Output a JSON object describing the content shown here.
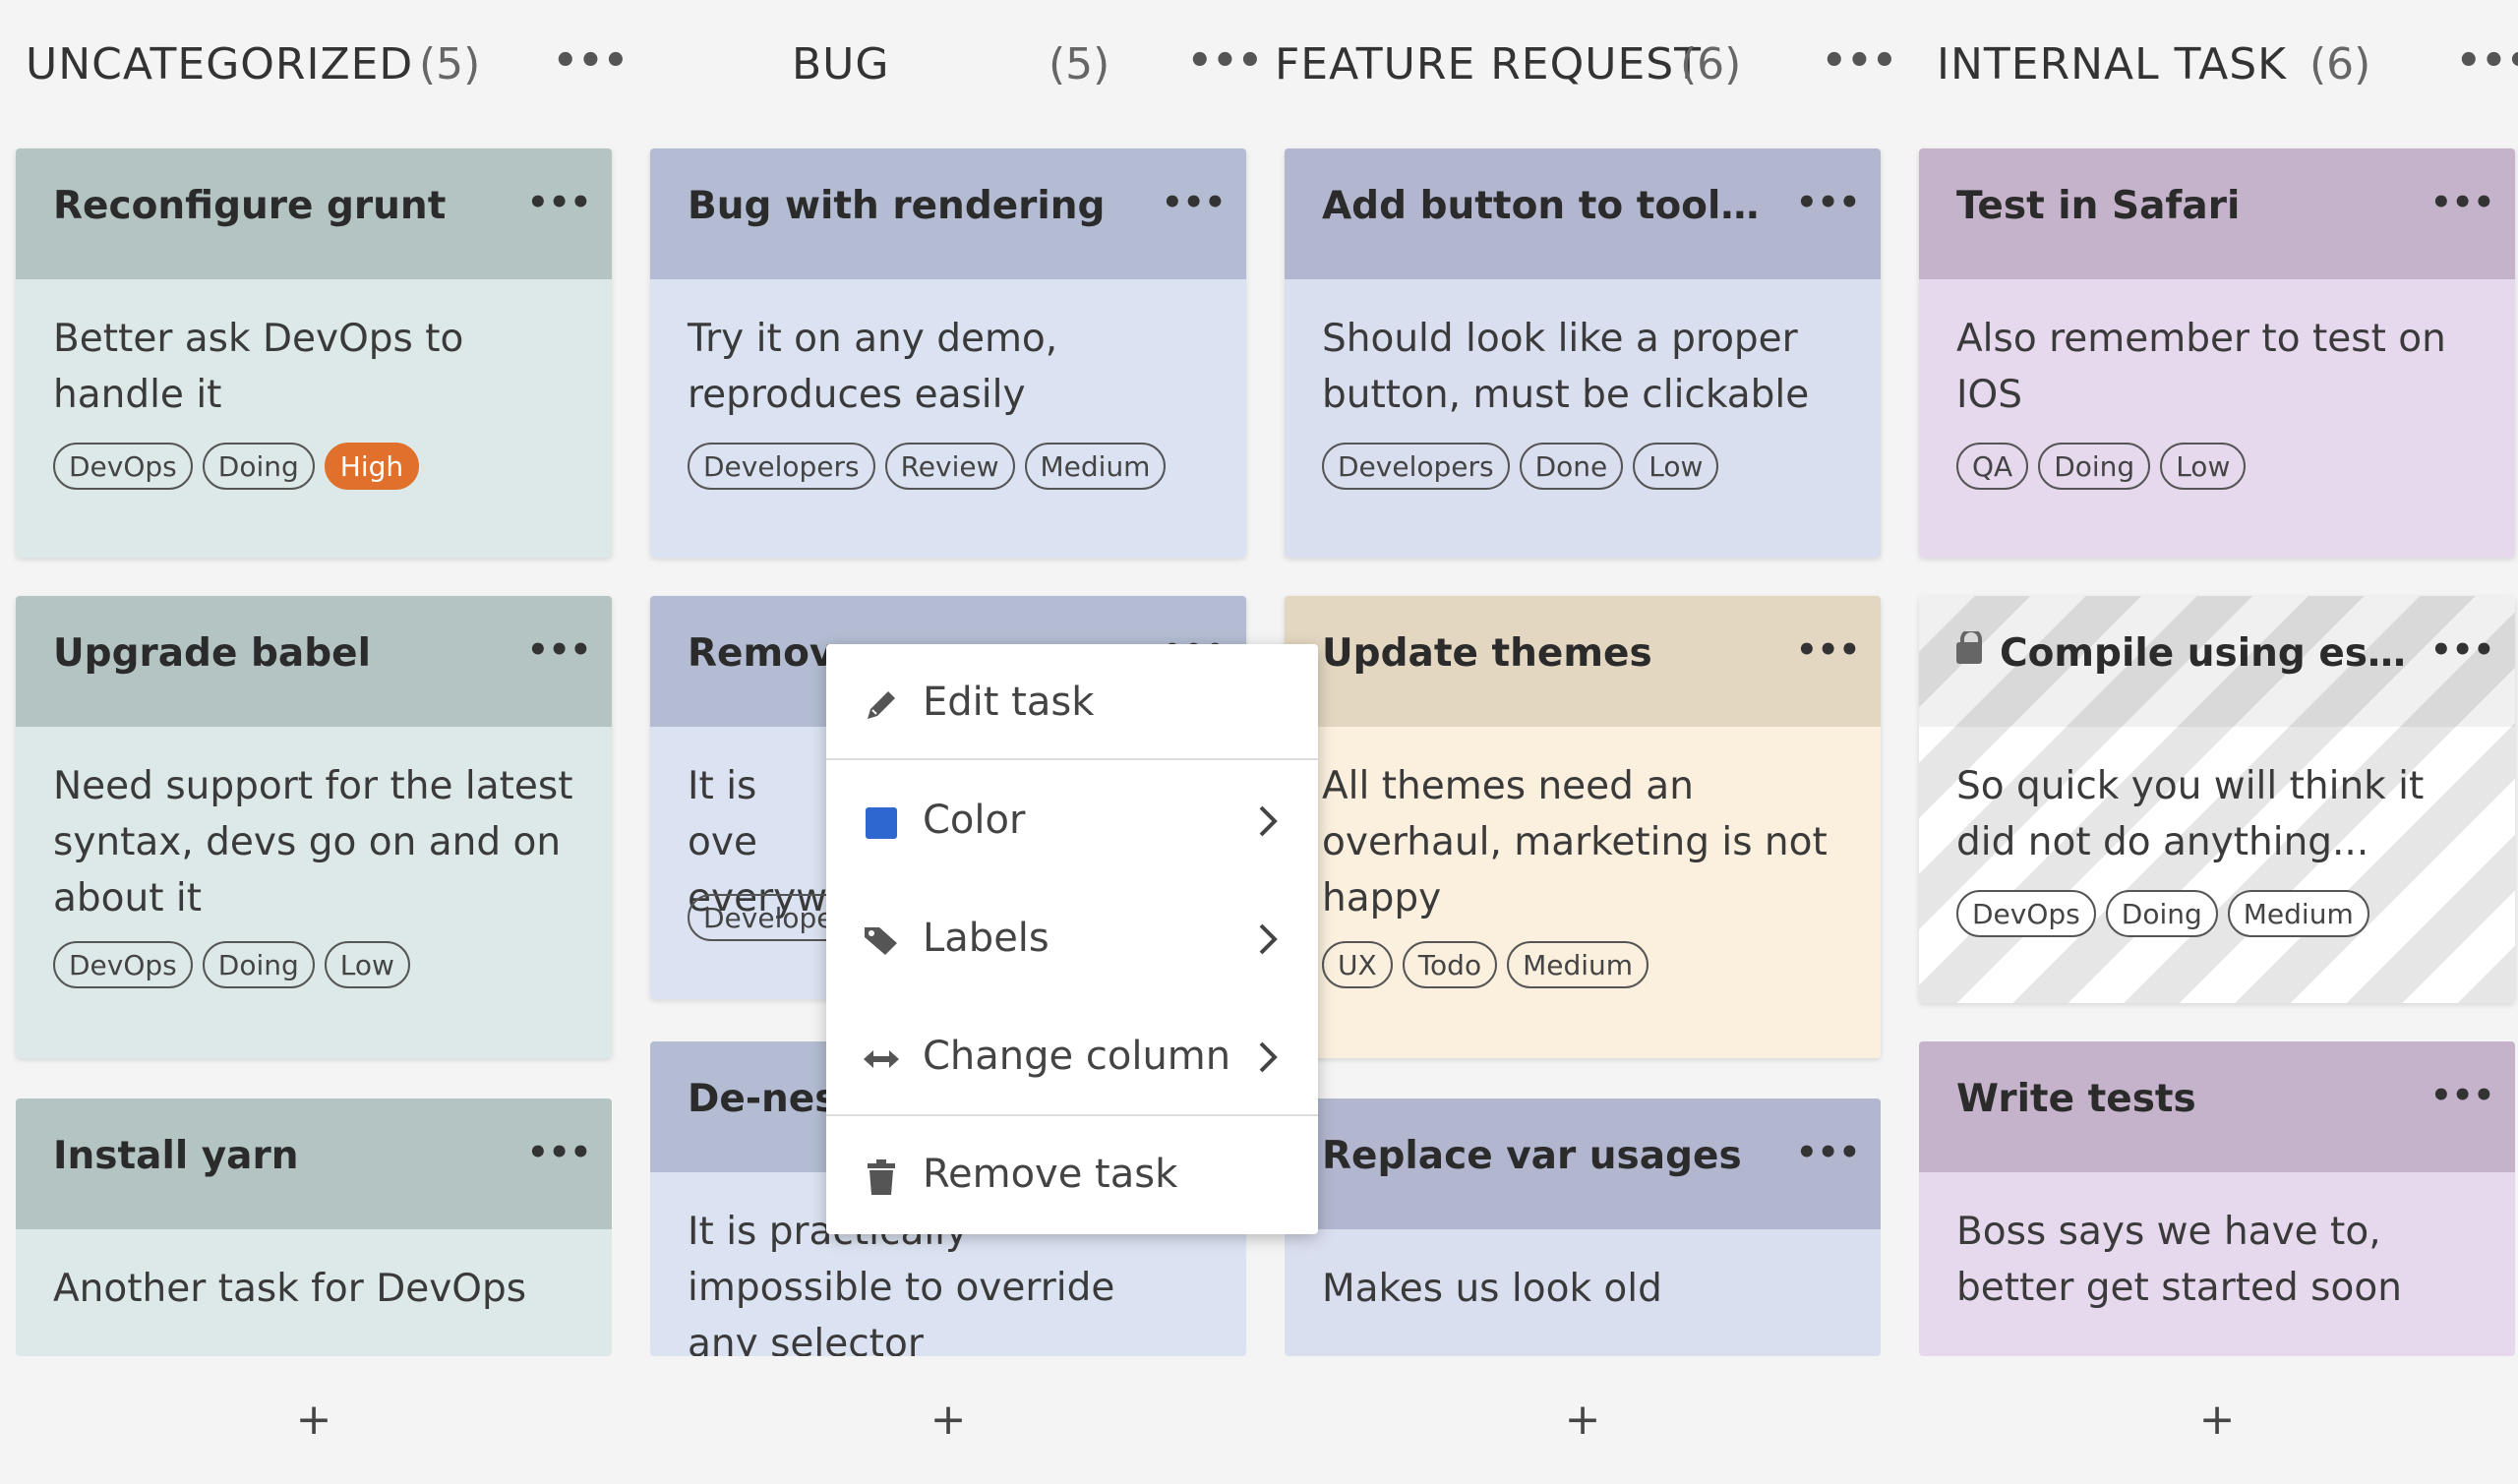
{
  "columns": [
    {
      "title": "UNCATEGORIZED",
      "count": "(5)",
      "add_label": "+"
    },
    {
      "title": "BUG",
      "count": "(5)",
      "add_label": "+"
    },
    {
      "title": "FEATURE REQUEST",
      "count": "(6)",
      "add_label": "+"
    },
    {
      "title": "INTERNAL TASK",
      "count": "(6)",
      "add_label": "+"
    }
  ],
  "more_glyph": "•••",
  "cards": [
    {
      "title": "Reconfigure grunt",
      "text": "Better ask DevOps to handle it",
      "tags": [
        "DevOps",
        "Doing",
        "High"
      ]
    },
    {
      "title": "Upgrade babel",
      "text": "Need support for the latest syntax, devs go on and on about it",
      "tags": [
        "DevOps",
        "Doing",
        "Low"
      ]
    },
    {
      "title": "Install yarn",
      "text": "Another task for DevOps",
      "tags": []
    },
    {
      "title": "Bug with rendering",
      "text": "Try it on any demo, reproduces easily",
      "tags": [
        "Developers",
        "Review",
        "Medium"
      ]
    },
    {
      "title": "Remove",
      "text": "It is ove everywh",
      "tags": [
        "Develope"
      ]
    },
    {
      "title": "De-nes",
      "text": "It is practically impossible to override any selector",
      "tags": []
    },
    {
      "title": "Add button to toolbar",
      "text": "Should look like a proper button, must be clickable",
      "tags": [
        "Developers",
        "Done",
        "Low"
      ]
    },
    {
      "title": "Update themes",
      "text": "All themes need an overhaul, marketing is not happy",
      "tags": [
        "UX",
        "Todo",
        "Medium"
      ]
    },
    {
      "title": "Replace var usages",
      "text": "Makes us look old",
      "tags": []
    },
    {
      "title": "Test in Safari",
      "text": "Also remember to test on IOS",
      "tags": [
        "QA",
        "Doing",
        "Low"
      ]
    },
    {
      "title": "Compile using es...",
      "text": "So quick you will think it did not do anything...",
      "tags": [
        "DevOps",
        "Doing",
        "Medium"
      ]
    },
    {
      "title": "Write tests",
      "text": "Boss says we have to, better get started soon",
      "tags": []
    }
  ],
  "context_menu": {
    "items": [
      {
        "label": "Edit task",
        "icon": "pencil-icon"
      },
      {
        "label": "Color",
        "icon": "color-swatch-icon"
      },
      {
        "label": "Labels",
        "icon": "tag-icon"
      },
      {
        "label": "Change column",
        "icon": "arrows-horizontal-icon"
      },
      {
        "label": "Remove task",
        "icon": "trash-icon"
      }
    ]
  },
  "colors": {
    "high_tag": "#e0702b",
    "color_swatch": "#2f67d1"
  }
}
